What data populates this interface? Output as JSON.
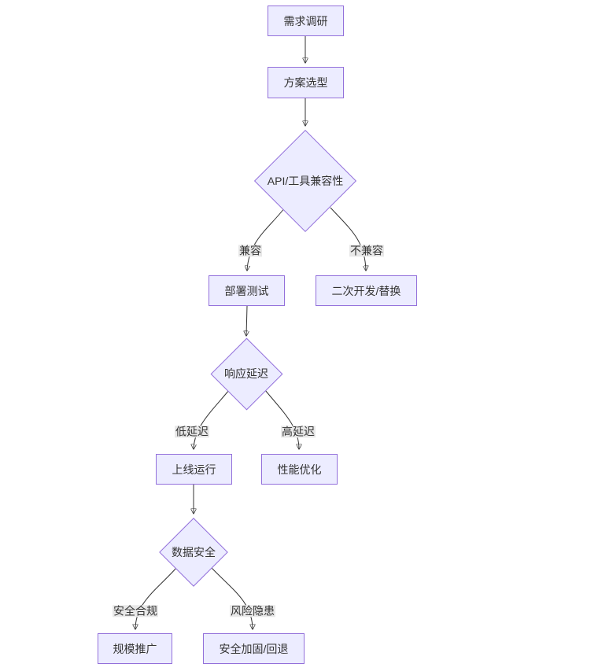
{
  "diagram": {
    "type": "flowchart",
    "direction": "top-down",
    "colors": {
      "node_fill": "#ECECFF",
      "node_border": "#9370DB",
      "edge_stroke": "#333333",
      "edge_label_bg": "#e8e8e8",
      "text": "#333333",
      "background": "#ffffff"
    },
    "nodes": {
      "requirements": {
        "label": "需求调研",
        "shape": "rect"
      },
      "selection": {
        "label": "方案选型",
        "shape": "rect"
      },
      "compat_decision": {
        "label": "API/工具兼容性",
        "shape": "diamond"
      },
      "deploy_test": {
        "label": "部署测试",
        "shape": "rect"
      },
      "redev": {
        "label": "二次开发/替换",
        "shape": "rect"
      },
      "latency_decision": {
        "label": "响应延迟",
        "shape": "diamond"
      },
      "go_live": {
        "label": "上线运行",
        "shape": "rect"
      },
      "perf_opt": {
        "label": "性能优化",
        "shape": "rect"
      },
      "security_decision": {
        "label": "数据安全",
        "shape": "diamond"
      },
      "scale_rollout": {
        "label": "规模推广",
        "shape": "rect"
      },
      "hardening": {
        "label": "安全加固/回退",
        "shape": "rect"
      }
    },
    "edge_labels": {
      "compatible": "兼容",
      "incompatible": "不兼容",
      "low_latency": "低延迟",
      "high_latency": "高延迟",
      "compliant": "安全合规",
      "risk": "风险隐患"
    },
    "edges": [
      {
        "from": "需求调研",
        "to": "方案选型",
        "label": ""
      },
      {
        "from": "方案选型",
        "to": "API/工具兼容性",
        "label": ""
      },
      {
        "from": "API/工具兼容性",
        "to": "部署测试",
        "label": "兼容"
      },
      {
        "from": "API/工具兼容性",
        "to": "二次开发/替换",
        "label": "不兼容"
      },
      {
        "from": "部署测试",
        "to": "响应延迟",
        "label": ""
      },
      {
        "from": "响应延迟",
        "to": "上线运行",
        "label": "低延迟"
      },
      {
        "from": "响应延迟",
        "to": "性能优化",
        "label": "高延迟"
      },
      {
        "from": "上线运行",
        "to": "数据安全",
        "label": ""
      },
      {
        "from": "数据安全",
        "to": "规模推广",
        "label": "安全合规"
      },
      {
        "from": "数据安全",
        "to": "安全加固/回退",
        "label": "风险隐患"
      }
    ]
  }
}
